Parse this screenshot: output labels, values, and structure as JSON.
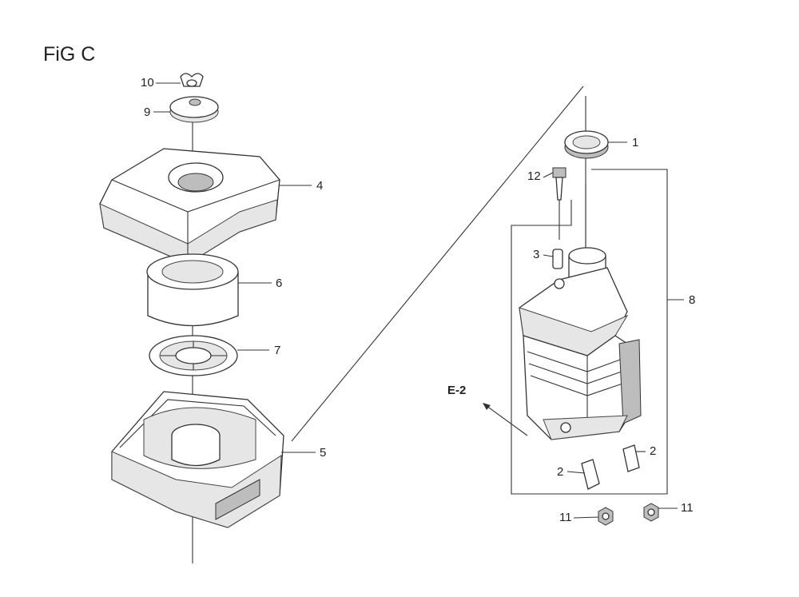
{
  "figure": {
    "title": "FiG C"
  },
  "callouts": {
    "c1": "1",
    "c2a": "2",
    "c2b": "2",
    "c3": "3",
    "c4": "4",
    "c5": "5",
    "c6": "6",
    "c7": "7",
    "c8": "8",
    "c9": "9",
    "c10": "10",
    "c11a": "11",
    "c11b": "11",
    "c12": "12"
  },
  "reference": {
    "label": "E-2"
  },
  "icons": {
    "wing-nut": "wing-nut-icon",
    "washer": "washer-icon",
    "cover": "air-cleaner-cover-icon",
    "element": "foam-element-icon",
    "grid": "element-grid-icon",
    "case": "air-cleaner-case-icon",
    "seal": "seal-ring-icon",
    "bolt": "flange-bolt-icon",
    "collar": "collar-icon",
    "elbow": "air-cleaner-elbow-icon",
    "nut": "flange-nut-icon"
  }
}
